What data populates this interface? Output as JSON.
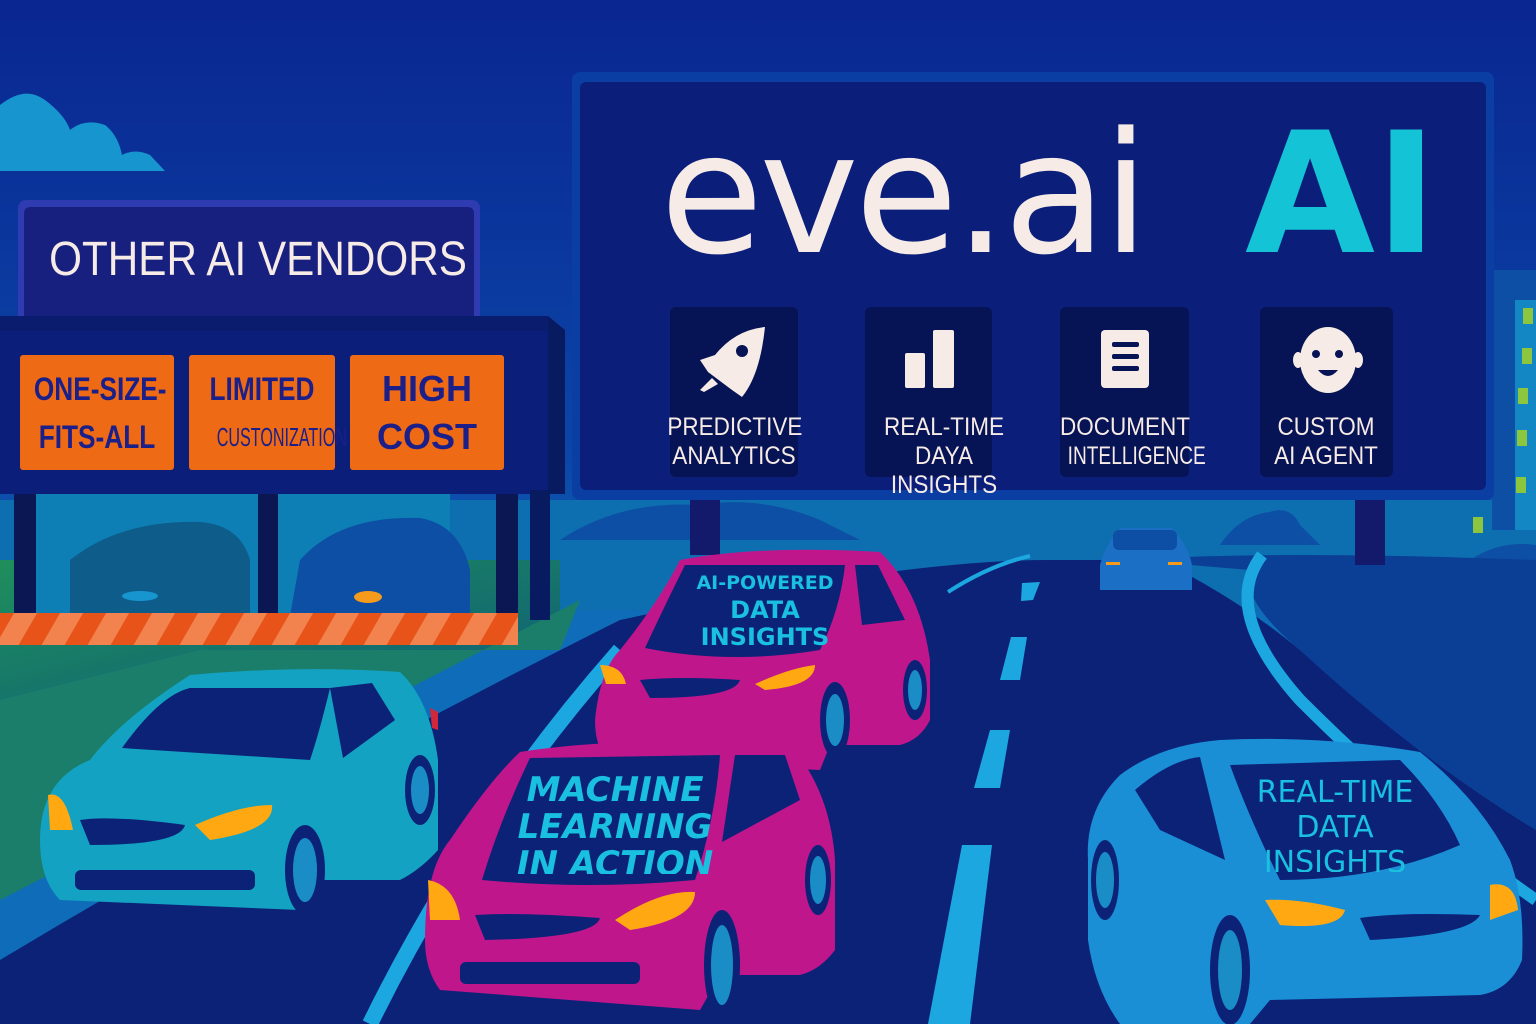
{
  "scene": {
    "description": "Highway illustration comparing eve.ai against other AI vendors",
    "colors": {
      "sky_top": "#0a2690",
      "sky_bottom": "#0d5bb5",
      "billboard_bg": "#0b1f7a",
      "accent_cyan": "#14c3d6",
      "text_cream": "#f6ebe6",
      "orange_panel": "#ee6a14",
      "orange_text": "#1a1f8a",
      "magenta_car": "#c0168c",
      "blue_car": "#1b8fd6",
      "teal_car": "#13a2c2",
      "headlight": "#ffa812",
      "road": "#0b2277",
      "lane_marking": "#1da7e0",
      "window_light": "#8cc63f"
    }
  },
  "vendor_sign": {
    "title": "OTHER AI VENDORS",
    "panels": [
      {
        "line1": "ONE-SIZE-",
        "line2": "FITS-ALL"
      },
      {
        "line1": "LIMITED",
        "line2": "CUSTONIZATION"
      },
      {
        "line1": "HIGH",
        "line2": "COST"
      }
    ]
  },
  "billboard": {
    "logo_main": "eve.ai",
    "logo_accent": "AI",
    "features": [
      {
        "icon": "rocket-icon",
        "line1": "PREDICTIVE",
        "line2": "ANALYTICS",
        "line3": ""
      },
      {
        "icon": "bar-chart-icon",
        "line1": "REAL-TIME",
        "line2": "DAYA",
        "line3": "INSIGHTS"
      },
      {
        "icon": "document-icon",
        "line1": "DOCUMENT",
        "line2": "INTELLIGENCE",
        "line3": ""
      },
      {
        "icon": "robot-face-icon",
        "line1": "CUSTOM",
        "line2": "AI AGENT",
        "line3": ""
      }
    ]
  },
  "cars": [
    {
      "name": "magenta-car-back",
      "line1": "AI-POWERED",
      "line2": "DATA",
      "line3": "INSIGHTS"
    },
    {
      "name": "magenta-car-front",
      "line1": "MACHINE",
      "line2": "LEARNING",
      "line3": "IN ACTION"
    },
    {
      "name": "blue-car-right",
      "line1": "REAL-TIME",
      "line2": "DATA",
      "line3": "INSIGHTS"
    },
    {
      "name": "teal-car-left",
      "line1": "",
      "line2": "",
      "line3": ""
    },
    {
      "name": "distant-car",
      "line1": "",
      "line2": "",
      "line3": ""
    }
  ]
}
